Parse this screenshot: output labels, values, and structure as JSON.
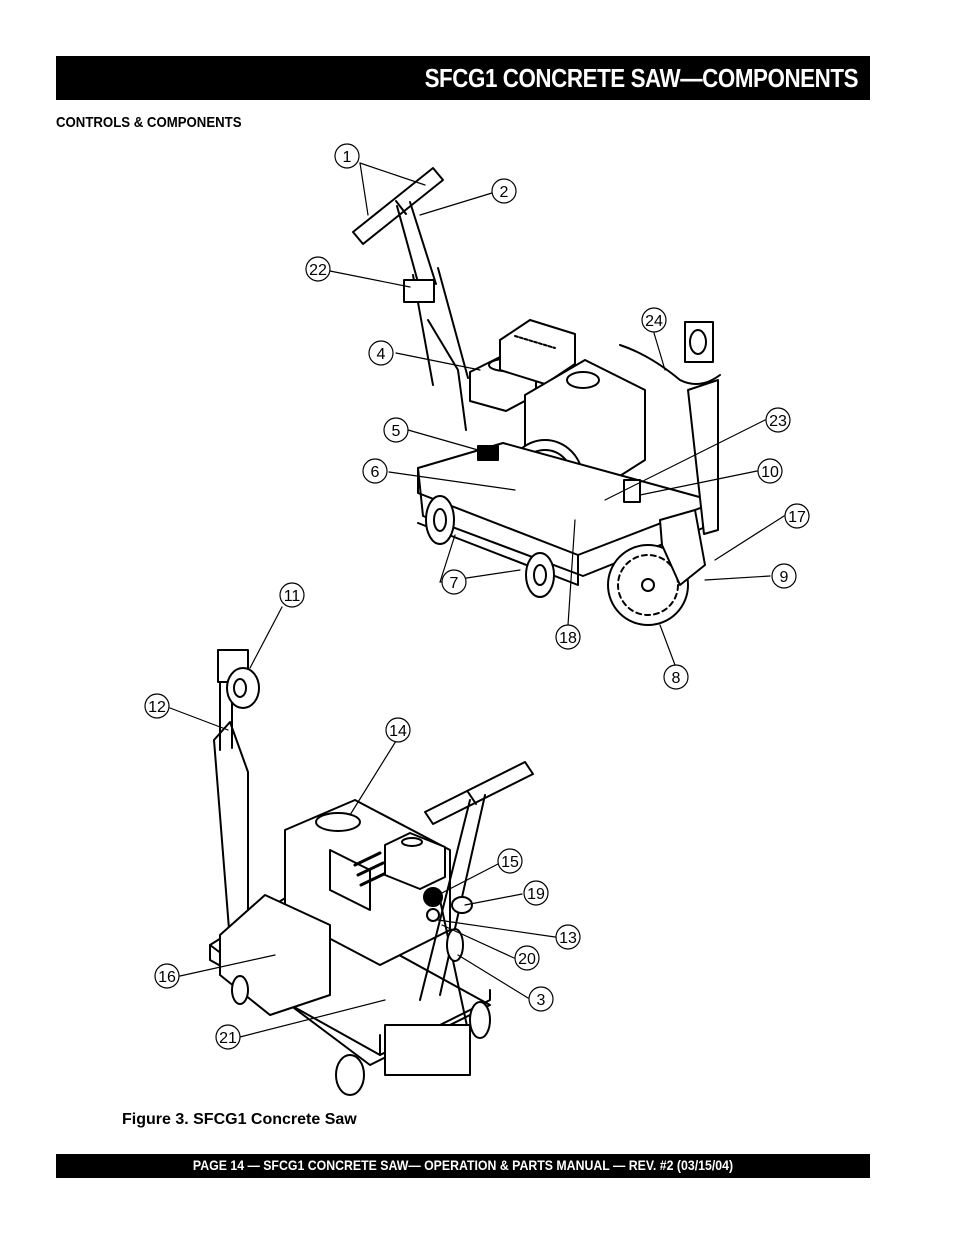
{
  "header": {
    "title": "SFCG1 CONCRETE SAW—COMPONENTS"
  },
  "section": {
    "heading": "CONTROLS & COMPONENTS"
  },
  "figure": {
    "caption": "Figure 3. SFCG1 Concrete Saw",
    "callouts": [
      "1",
      "2",
      "22",
      "4",
      "24",
      "5",
      "23",
      "6",
      "10",
      "17",
      "7",
      "9",
      "18",
      "8",
      "11",
      "12",
      "14",
      "15",
      "19",
      "13",
      "20",
      "3",
      "16",
      "21"
    ]
  },
  "footer": {
    "text": "PAGE 14 — SFCG1 CONCRETE SAW— OPERATION & PARTS MANUAL — REV. #2  (03/15/04)"
  }
}
